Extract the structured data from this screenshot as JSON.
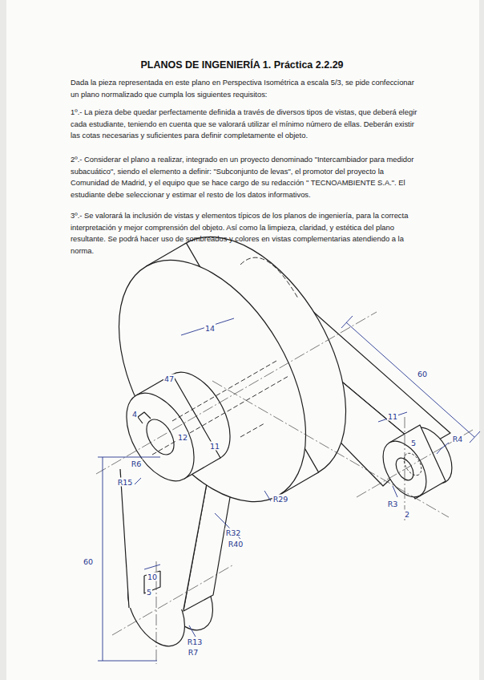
{
  "diagram": {
    "title": "PLANOS DE INGENIERÍA 1. Práctica 2.2.29",
    "labels": [
      "Dada la pieza representada en este plano en Perspectiva Isométrica a escala 5/3, se pide confeccionar un plano normalizado que cumpla los siguientes requisitos:",
      "1º.- La pieza debe quedar perfectamente definida a través de diversos tipos de vistas, que deberá elegir cada estudiante, teniendo en cuenta que se valorará utilizar el mínimo número de ellas. Deberán existir las cotas necesarias y suficientes para definir completamente el objeto.",
      "2º.- Considerar el plano a realizar, integrado en un proyecto denominado \"Intercambiador para medidor subacuático\", siendo el elemento a definir: \"Subconjunto de levas\", el promotor del proyecto la Comunidad de Madrid, y el equipo que se hace cargo de su redacción \" TECNOAMBIENTE S.A.\". El estudiante debe seleccionar y estimar el resto de los datos informativos.",
      "3º.- Se valorará la inclusión de vistas y elementos típicos de los planos de ingeniería, para la correcta interpretación y mejor comprensión del objeto. Así como la limpieza, claridad, y estética del plano resultante. Se podrá hacer uso de sombreados y colores en vistas complementarias atendiendo a la norma.",
      "14",
      "47",
      "4",
      "R6",
      "R15",
      "12",
      "11",
      "60",
      "11",
      "5",
      "R4",
      "R3",
      "2",
      "R29",
      "R32",
      "R40",
      "60",
      "10",
      "5",
      "R13",
      "R7"
    ]
  }
}
